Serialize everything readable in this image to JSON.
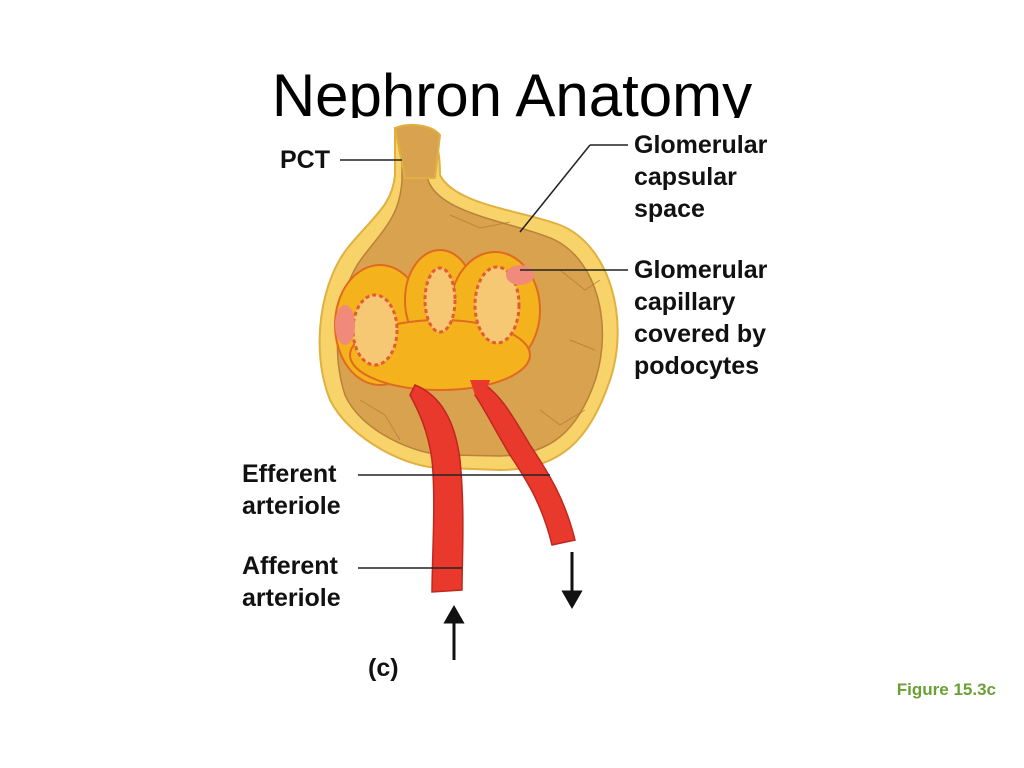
{
  "slide": {
    "title": "Nephron Anatomy",
    "figure_ref": "Figure 15.3c",
    "panel_label": "(c)"
  },
  "labels": {
    "pct": "PCT",
    "capsular_space": [
      "Glomerular",
      "capsular",
      "space"
    ],
    "capillary": [
      "Glomerular",
      "capillary",
      "covered by",
      "podocytes"
    ],
    "efferent": [
      "Efferent",
      "arteriole"
    ],
    "afferent": [
      "Afferent",
      "arteriole"
    ]
  },
  "colors": {
    "capsule_outer": "#f7d36a",
    "capsule_fill": "#d9a24f",
    "glomerulus": "#f4b21c",
    "vessel": "#e8392c",
    "figure_ref": "#6aa034"
  }
}
